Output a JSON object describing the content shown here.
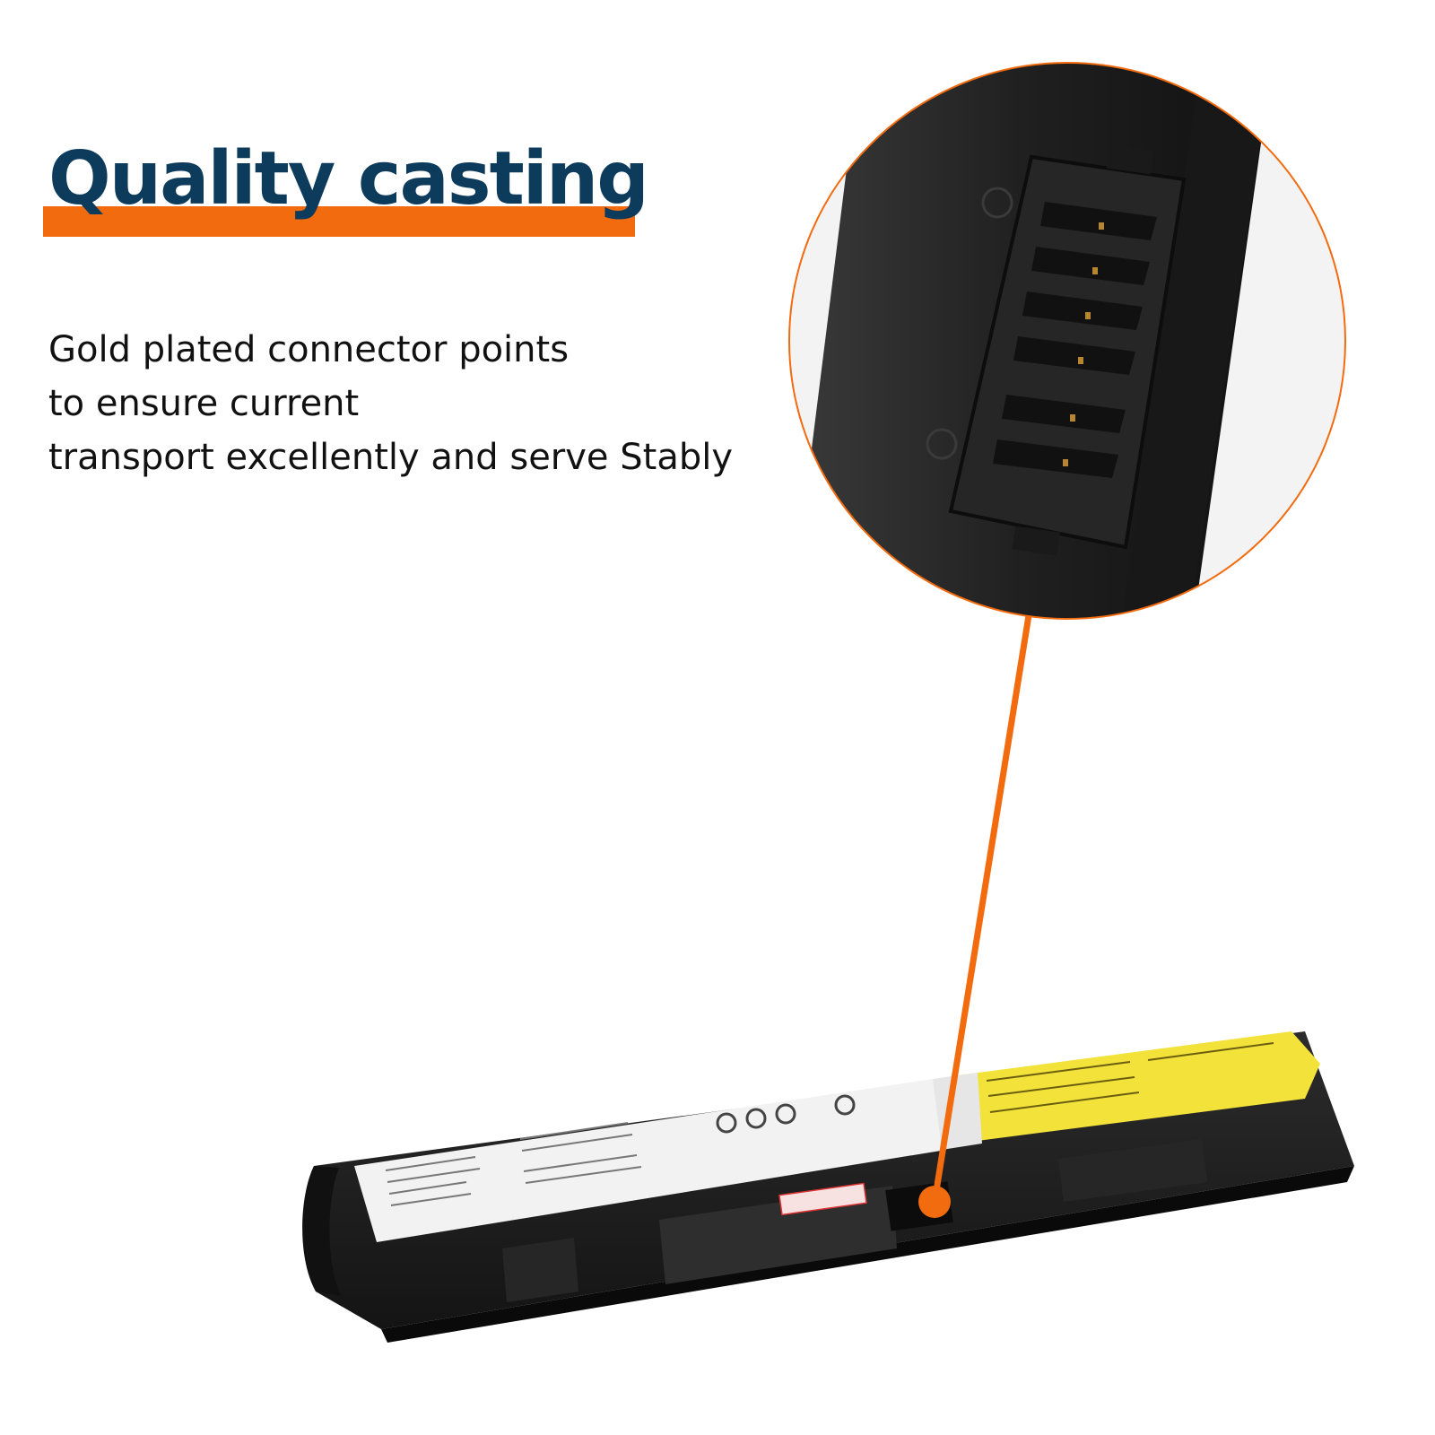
{
  "headline": {
    "title": "Quality casting",
    "title_color": "#0d3b5c",
    "underline_color": "#f26b0f"
  },
  "description": {
    "lines": [
      "Gold plated connector points",
      "to ensure current",
      "transport excellently and serve Stably"
    ]
  },
  "colors": {
    "accent": "#f26b0f",
    "battery_body": "#1e1e1e",
    "label_white": "#f2f2f2",
    "label_yellow": "#f2e23a"
  },
  "icons": [
    "battery-product-image",
    "connector-zoom-circle",
    "callout-line",
    "callout-dot"
  ]
}
